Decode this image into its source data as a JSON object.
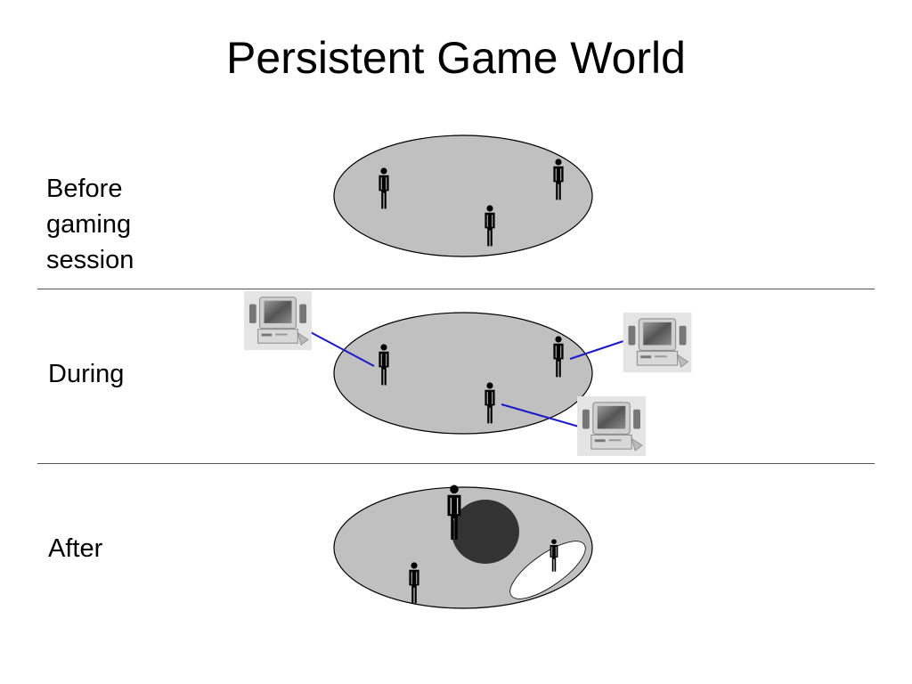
{
  "title": "Persistent Game World",
  "rows": {
    "before": "Before gaming session",
    "during": "During",
    "after": "After"
  },
  "colors": {
    "world_fill": "#c0c0c0",
    "outline": "#000000",
    "connection": "#1a1ac8",
    "dark_region": "#333333",
    "light_region": "#ffffff"
  },
  "icons": [
    "person-icon",
    "computer-icon"
  ]
}
